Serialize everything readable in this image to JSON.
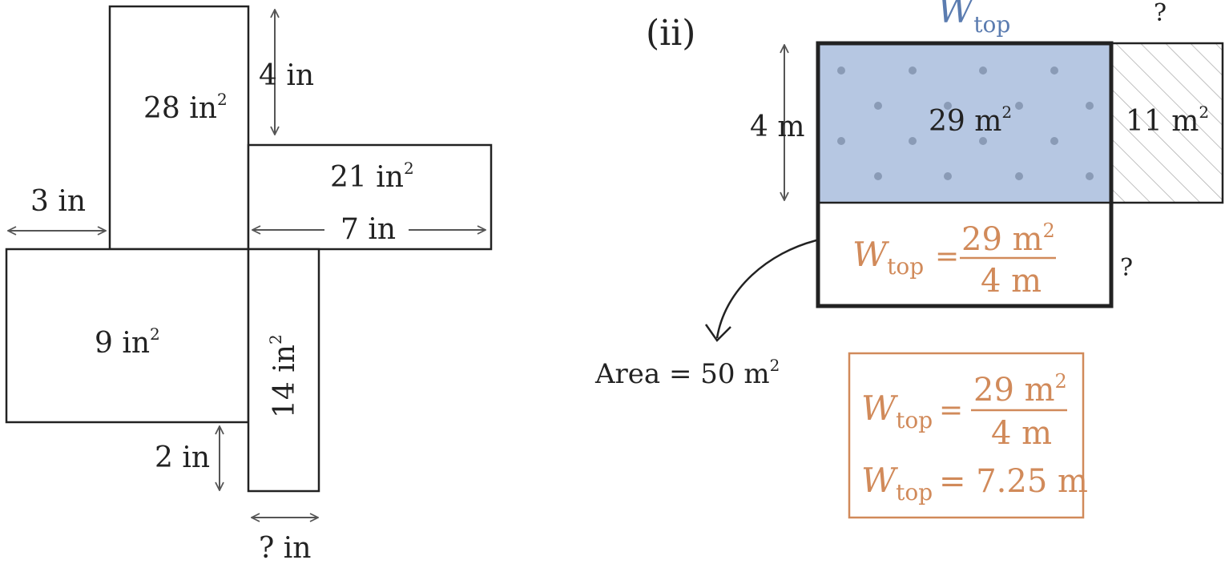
{
  "colors": {
    "ink": "#222222",
    "accent_orange": "#d18a5a",
    "accent_blue": "#5b7cb0",
    "blue_fill": "#b6c7e2",
    "hatch": "#9a9a9a"
  },
  "left": {
    "dim_top": "4 in",
    "area_tall": "28 in",
    "area_right": "21 in",
    "dim_right_width": "7 in",
    "dim_left_offset": "3 in",
    "area_left": "9 in",
    "area_bottom": "14 in",
    "dim_bottom": "2 in",
    "dim_unknown": "? in",
    "sup": "2"
  },
  "right": {
    "label": "(ii)",
    "w_letter": "W",
    "w_sub": "top",
    "top_q": "?",
    "side_q": "?",
    "dim_height": "4 m",
    "area_blue": "29 m",
    "area_hatch": "11 m",
    "sup": "2",
    "formula_num": "29 m",
    "formula_den": "4 m",
    "eq": "=",
    "area_total": "Area = 50 m",
    "result": "= 7.25 m"
  }
}
